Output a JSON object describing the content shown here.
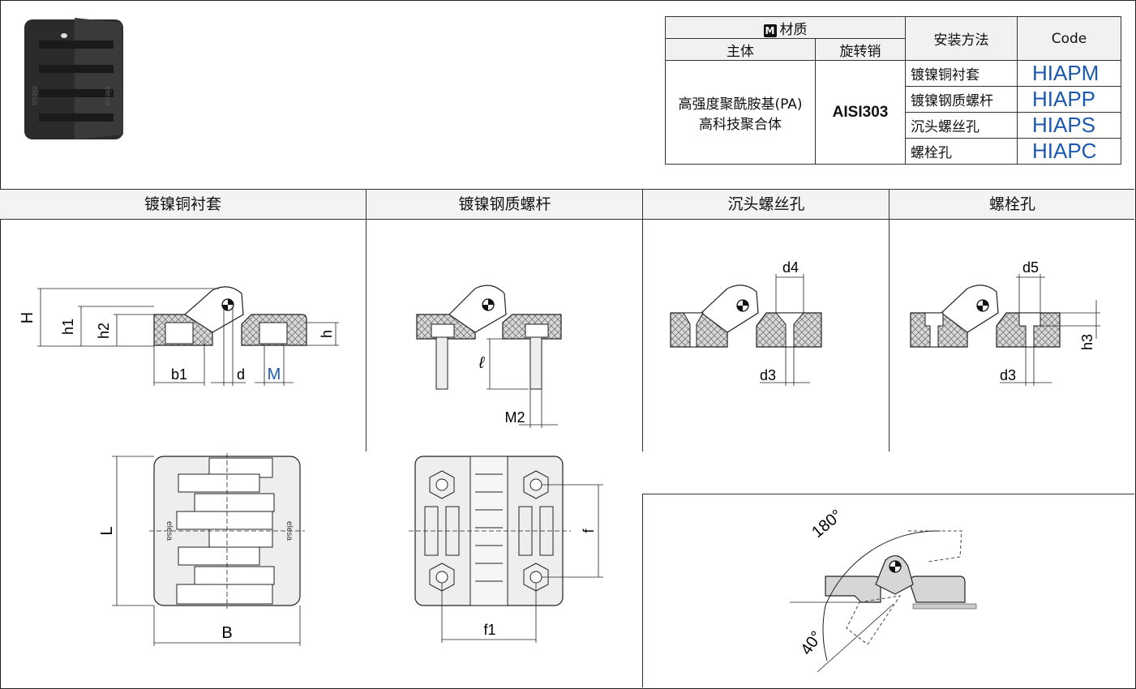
{
  "spec_table": {
    "material_header": "材质",
    "material_icon": "M",
    "body_header": "主体",
    "pin_header": "旋转销",
    "mounting_header": "安装方法",
    "code_header": "Code",
    "body_material_line1": "高强度聚酰胺基(PA)",
    "body_material_line2": "高科技聚合体",
    "pin_material": "AISI303",
    "rows": [
      {
        "mounting": "镀镍铜衬套",
        "code": "HIAPM"
      },
      {
        "mounting": "镀镍钢质螺杆",
        "code": "HIAPP"
      },
      {
        "mounting": "沉头螺丝孔",
        "code": "HIAPS"
      },
      {
        "mounting": "螺栓孔",
        "code": "HIAPC"
      }
    ]
  },
  "sections": [
    "镀镍铜衬套",
    "镀镍钢质螺杆",
    "沉头螺丝孔",
    "螺栓孔"
  ],
  "dims": {
    "H": "H",
    "h1": "h1",
    "h2": "h2",
    "h": "h",
    "b1": "b1",
    "d": "d",
    "M": "M",
    "l": "ℓ",
    "M2": "M2",
    "d4": "d4",
    "d3a": "d3",
    "d5": "d5",
    "h3": "h3",
    "d3b": "d3",
    "L": "L",
    "B": "B",
    "f": "f",
    "f1": "f1",
    "angle_open": "180°",
    "angle_back": "40°"
  },
  "colors": {
    "code": "#1b59b0",
    "dim_M": "#1b59b0"
  }
}
